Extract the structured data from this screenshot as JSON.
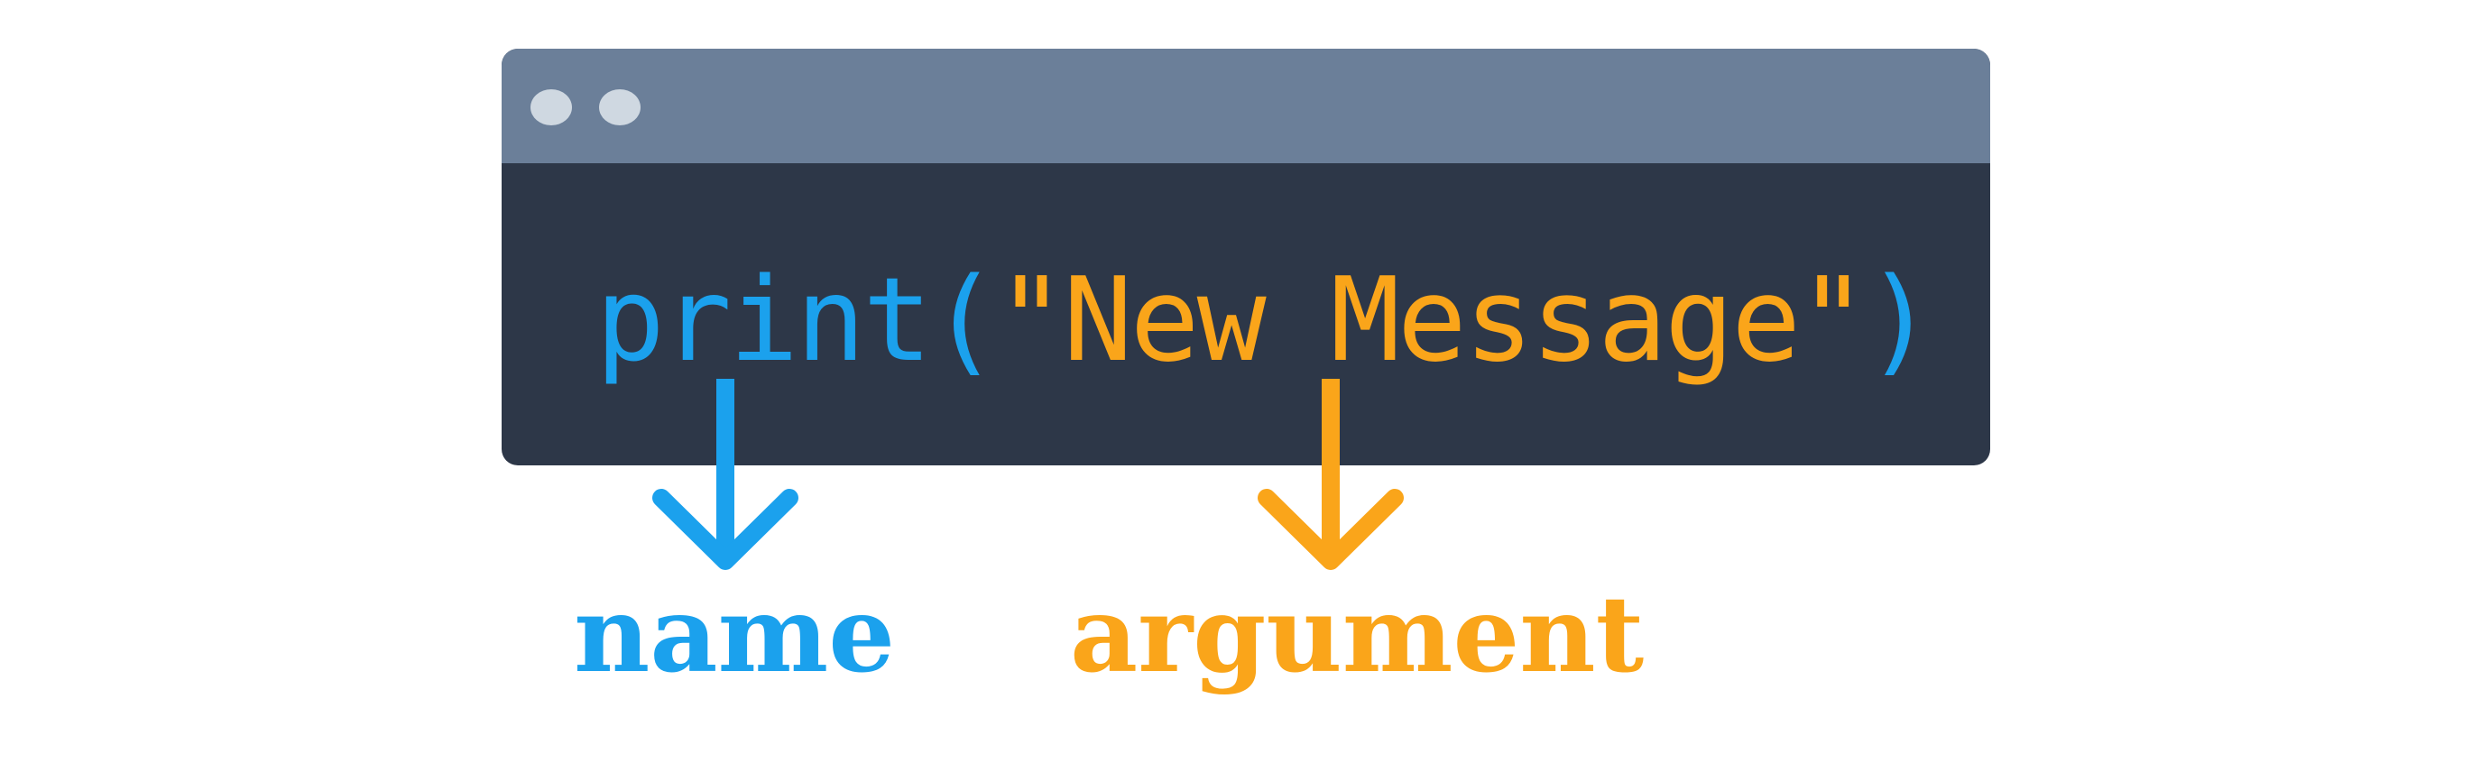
{
  "colors": {
    "name_blue": "#1ba1ed",
    "argument_orange": "#faa51a",
    "window_body": "#2d3748",
    "titlebar": "#6b7f99",
    "window_dot": "#cfd8e1"
  },
  "code": {
    "func": "print",
    "open_paren": "(",
    "argument": "\"New Message\"",
    "close_paren": ")"
  },
  "labels": {
    "name": "name",
    "argument": "argument"
  }
}
